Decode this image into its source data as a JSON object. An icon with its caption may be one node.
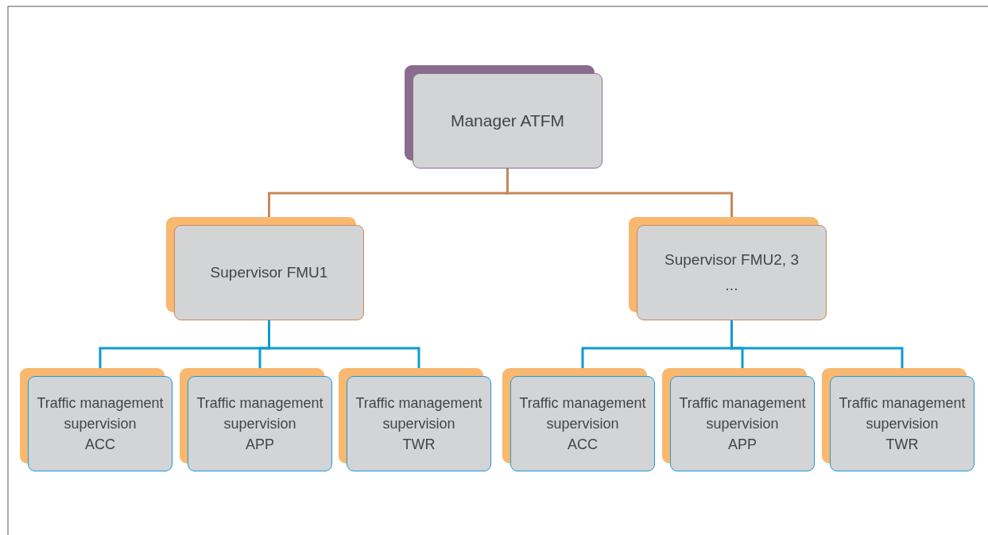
{
  "diagram": {
    "nodes": [
      {
        "text": [
          "Manager ATFM"
        ]
      },
      {
        "text": [
          "Supervisor FMU1"
        ]
      },
      {
        "text": [
          "Supervisor FMU2, 3",
          "..."
        ]
      },
      {
        "text": [
          "Traffic management supervision",
          "ACC"
        ]
      },
      {
        "text": [
          "Traffic management supervision",
          "APP"
        ]
      },
      {
        "text": [
          "Traffic management supervision",
          "TWR"
        ]
      },
      {
        "text": [
          "Traffic management supervision",
          "ACC"
        ]
      },
      {
        "text": [
          "Traffic management supervision",
          "APP"
        ]
      },
      {
        "text": [
          "Traffic management supervision",
          "TWR"
        ]
      }
    ],
    "edges": [
      {
        "from": 0,
        "to": 1,
        "arrow": "none",
        "color": "#c8875a"
      },
      {
        "from": 0,
        "to": 2,
        "arrow": "none",
        "color": "#c8875a"
      },
      {
        "from": 1,
        "to": 3,
        "arrow": "none"
      },
      {
        "from": 1,
        "to": 4,
        "arrow": "none"
      },
      {
        "from": 1,
        "to": 5,
        "arrow": "none"
      },
      {
        "from": 2,
        "to": 6,
        "arrow": "none"
      },
      {
        "from": 2,
        "to": 7,
        "arrow": "none"
      },
      {
        "from": 2,
        "to": 8,
        "arrow": "none"
      }
    ]
  }
}
